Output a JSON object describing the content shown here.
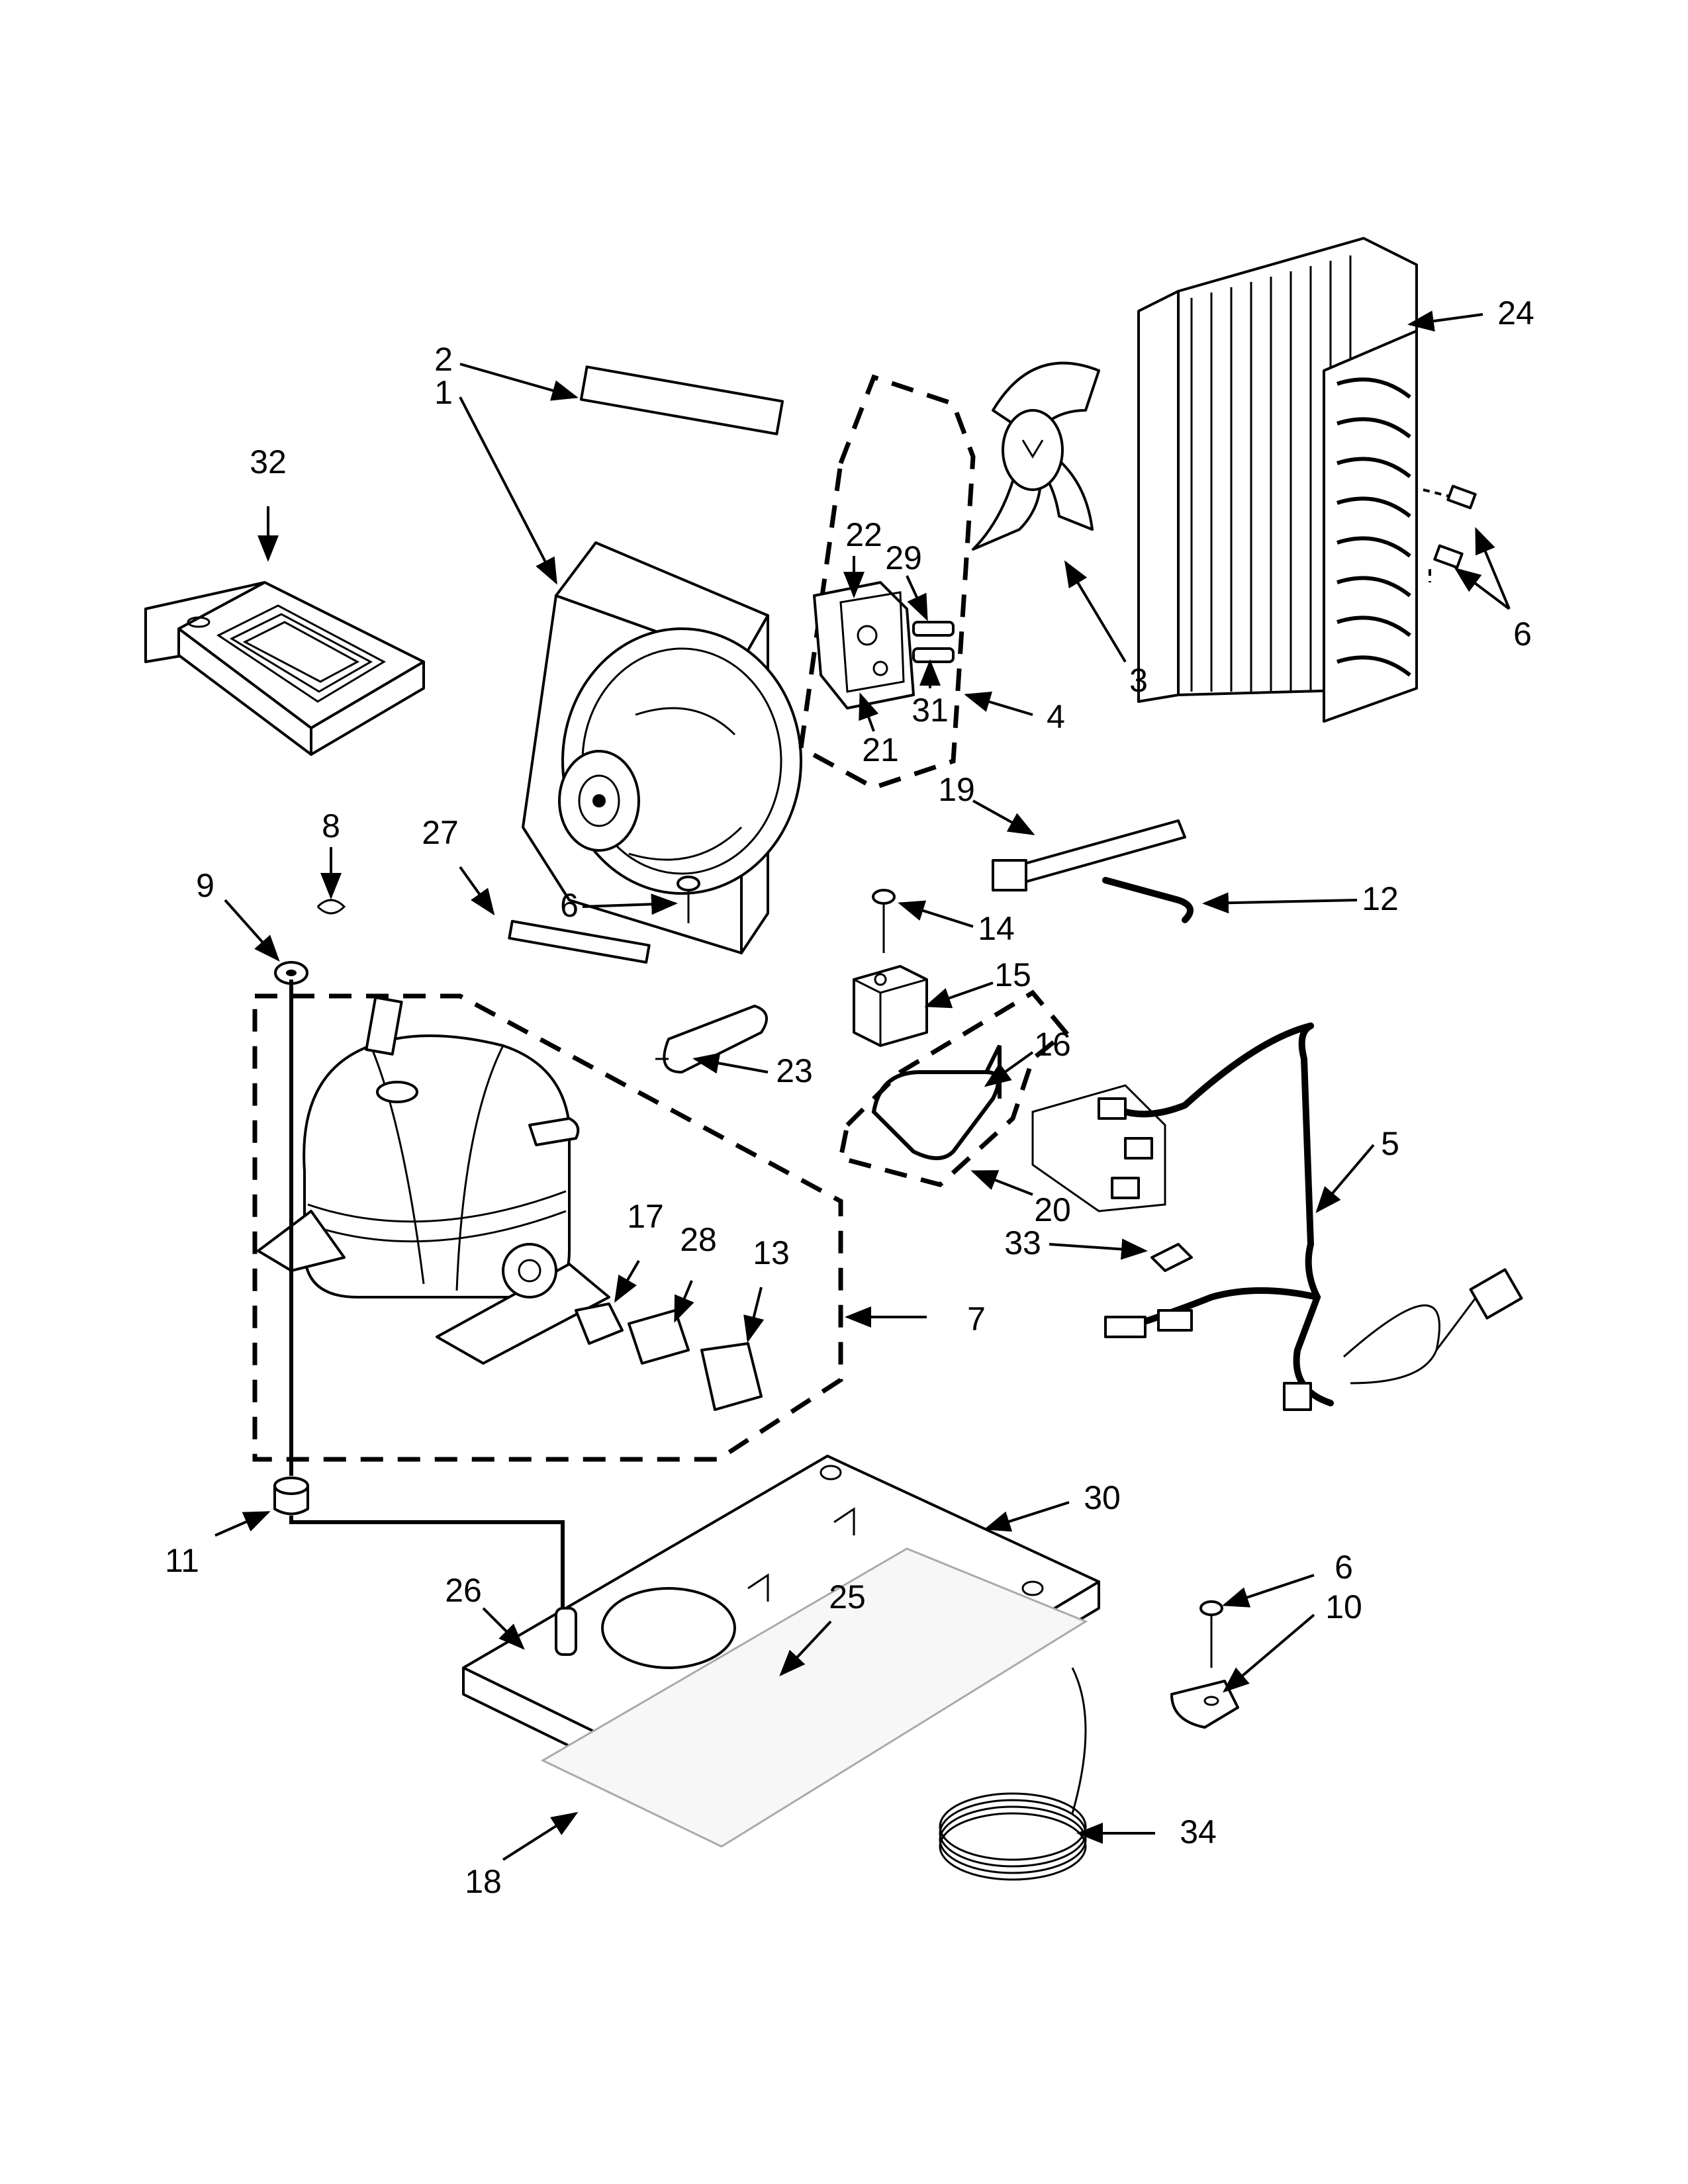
{
  "callouts": [
    {
      "id": "1",
      "label": "1"
    },
    {
      "id": "2",
      "label": "2"
    },
    {
      "id": "3",
      "label": "3"
    },
    {
      "id": "4",
      "label": "4"
    },
    {
      "id": "5",
      "label": "5"
    },
    {
      "id": "6a",
      "label": "6"
    },
    {
      "id": "6b",
      "label": "6"
    },
    {
      "id": "6c",
      "label": "6"
    },
    {
      "id": "7",
      "label": "7"
    },
    {
      "id": "8",
      "label": "8"
    },
    {
      "id": "9",
      "label": "9"
    },
    {
      "id": "10",
      "label": "10"
    },
    {
      "id": "11",
      "label": "11"
    },
    {
      "id": "12",
      "label": "12"
    },
    {
      "id": "13",
      "label": "13"
    },
    {
      "id": "14",
      "label": "14"
    },
    {
      "id": "15",
      "label": "15"
    },
    {
      "id": "16",
      "label": "16"
    },
    {
      "id": "17",
      "label": "17"
    },
    {
      "id": "18",
      "label": "18"
    },
    {
      "id": "19",
      "label": "19"
    },
    {
      "id": "20",
      "label": "20"
    },
    {
      "id": "21",
      "label": "21"
    },
    {
      "id": "22",
      "label": "22"
    },
    {
      "id": "23",
      "label": "23"
    },
    {
      "id": "24",
      "label": "24"
    },
    {
      "id": "25",
      "label": "25"
    },
    {
      "id": "26",
      "label": "26"
    },
    {
      "id": "27",
      "label": "27"
    },
    {
      "id": "28",
      "label": "28"
    },
    {
      "id": "29",
      "label": "29"
    },
    {
      "id": "30",
      "label": "30"
    },
    {
      "id": "31",
      "label": "31"
    },
    {
      "id": "32",
      "label": "32"
    },
    {
      "id": "33",
      "label": "33"
    },
    {
      "id": "34",
      "label": "34"
    }
  ]
}
